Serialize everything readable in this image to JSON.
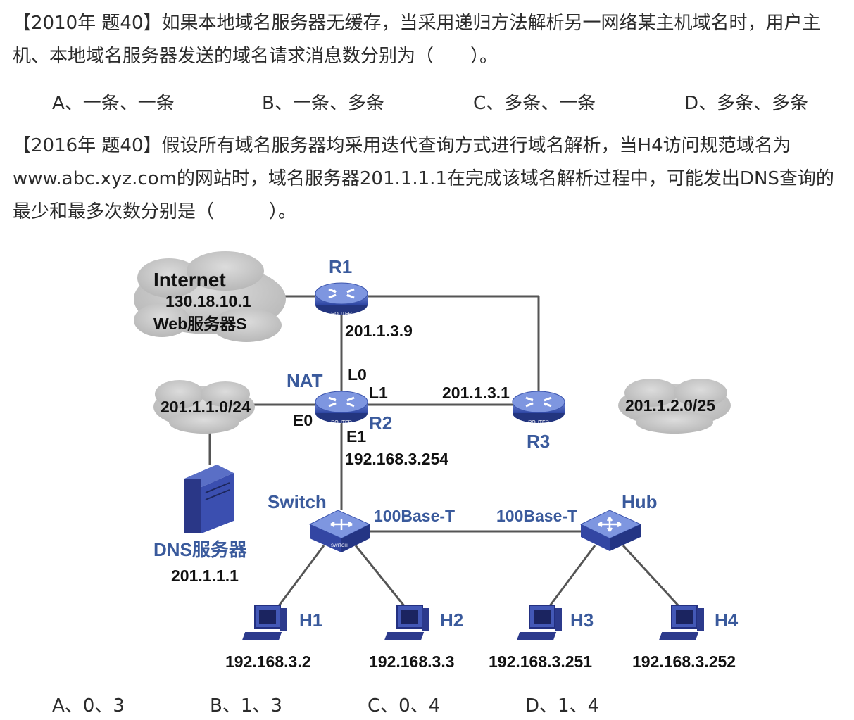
{
  "q1": {
    "text": "【2010年 题40】如果本地域名服务器无缓存，当采用递归方法解析另一网络某主机域名时，用户主机、本地域名服务器发送的域名请求消息数分别为（　　）。",
    "options": [
      "A、一条、一条",
      "B、一条、多条",
      "C、多条、一条",
      "D、多条、多条"
    ]
  },
  "q2": {
    "text": "【2016年 题40】假设所有域名服务器均采用迭代查询方式进行域名解析，当H4访问规范域名为www.abc.xyz.com的网站时，域名服务器201.1.1.1在完成该域名解析过程中，可能发出DNS查询的最少和最多次数分别是（　　　）。",
    "options": [
      "A、0、3",
      "B、1、3",
      "C、0、4",
      "D、1、4"
    ]
  },
  "diagram": {
    "internet_title": "Internet",
    "internet_ip": "130.18.10.1",
    "web_server": "Web服务器S",
    "r1": "R1",
    "r1_ip": "201.1.3.9",
    "nat": "NAT",
    "l0": "L0",
    "l1": "L1",
    "r2": "R2",
    "e0": "E0",
    "e1": "E1",
    "r2_e1_ip": "192.168.3.254",
    "r3_ip": "201.1.3.1",
    "r3": "R3",
    "net_left": "201.1.1.0/24",
    "net_right": "201.1.2.0/25",
    "dns_label": "DNS服务器",
    "dns_ip": "201.1.1.1",
    "switch": "Switch",
    "hub": "Hub",
    "link1": "100Base-T",
    "link2": "100Base-T",
    "router_tag": "ROUTER",
    "switch_tag": "SWITCH",
    "hosts": [
      {
        "name": "H1",
        "ip": "192.168.3.2"
      },
      {
        "name": "H2",
        "ip": "192.168.3.3"
      },
      {
        "name": "H3",
        "ip": "192.168.3.251"
      },
      {
        "name": "H4",
        "ip": "192.168.3.252"
      }
    ]
  }
}
